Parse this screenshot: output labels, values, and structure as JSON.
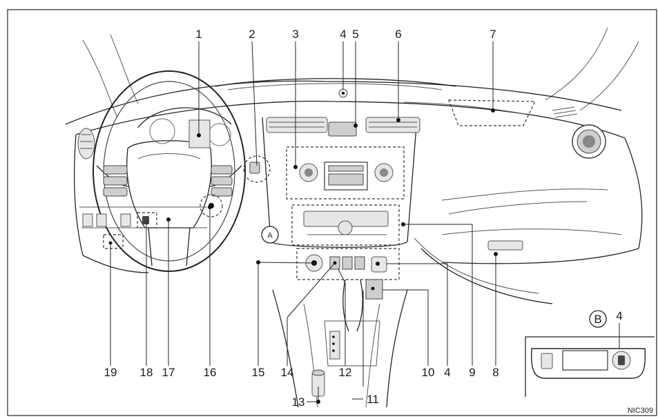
{
  "figure": {
    "callouts": [
      "1",
      "2",
      "3",
      "4",
      "5",
      "6",
      "7",
      "19",
      "18",
      "17",
      "16",
      "15",
      "14",
      "13",
      "12",
      "11",
      "10",
      "4",
      "9",
      "8"
    ],
    "view_a_label": "A",
    "inset": {
      "letter": "B",
      "callout": "4"
    },
    "figure_id": "NIC309"
  }
}
